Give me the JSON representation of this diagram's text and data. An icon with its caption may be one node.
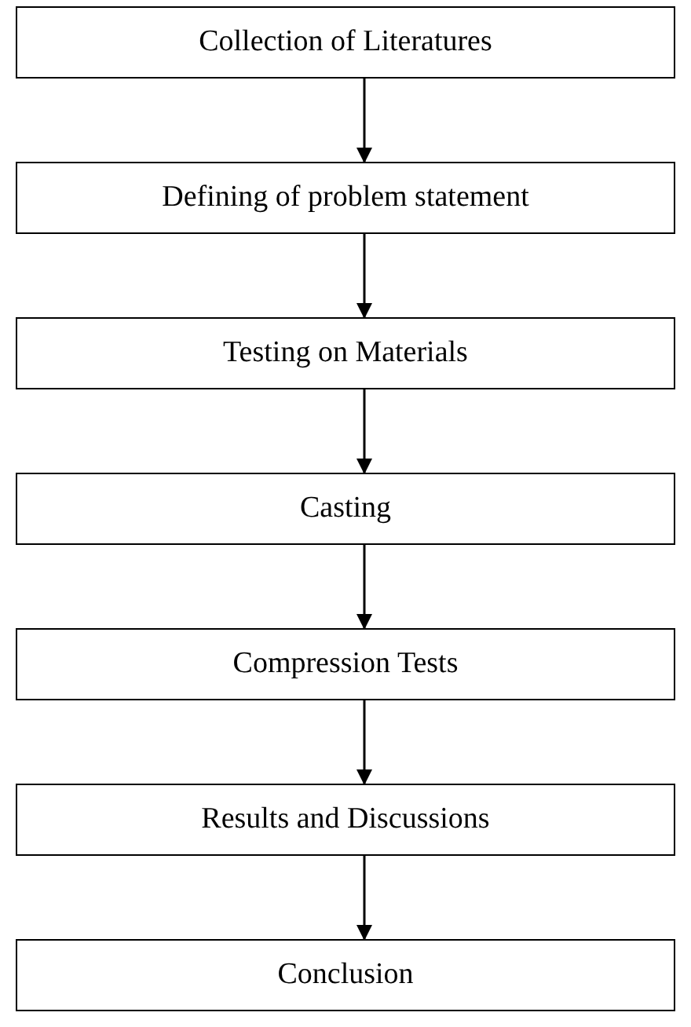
{
  "diagram": {
    "nodes": [
      {
        "text": [
          "Collection of Literatures"
        ]
      },
      {
        "text": [
          "Defining of problem statement"
        ]
      },
      {
        "text": [
          "Testing on Materials"
        ]
      },
      {
        "text": [
          "Casting"
        ]
      },
      {
        "text": [
          "Compression Tests"
        ]
      },
      {
        "text": [
          "Results and Discussions"
        ]
      },
      {
        "text": [
          "Conclusion"
        ]
      }
    ],
    "edges": [
      {
        "from": 0,
        "to": 1,
        "arrow": "to"
      },
      {
        "from": 1,
        "to": 2,
        "arrow": "to"
      },
      {
        "from": 2,
        "to": 3,
        "arrow": "to"
      },
      {
        "from": 3,
        "to": 4,
        "arrow": "to"
      },
      {
        "from": 4,
        "to": 5,
        "arrow": "to"
      },
      {
        "from": 5,
        "to": 6,
        "arrow": "to"
      }
    ]
  }
}
